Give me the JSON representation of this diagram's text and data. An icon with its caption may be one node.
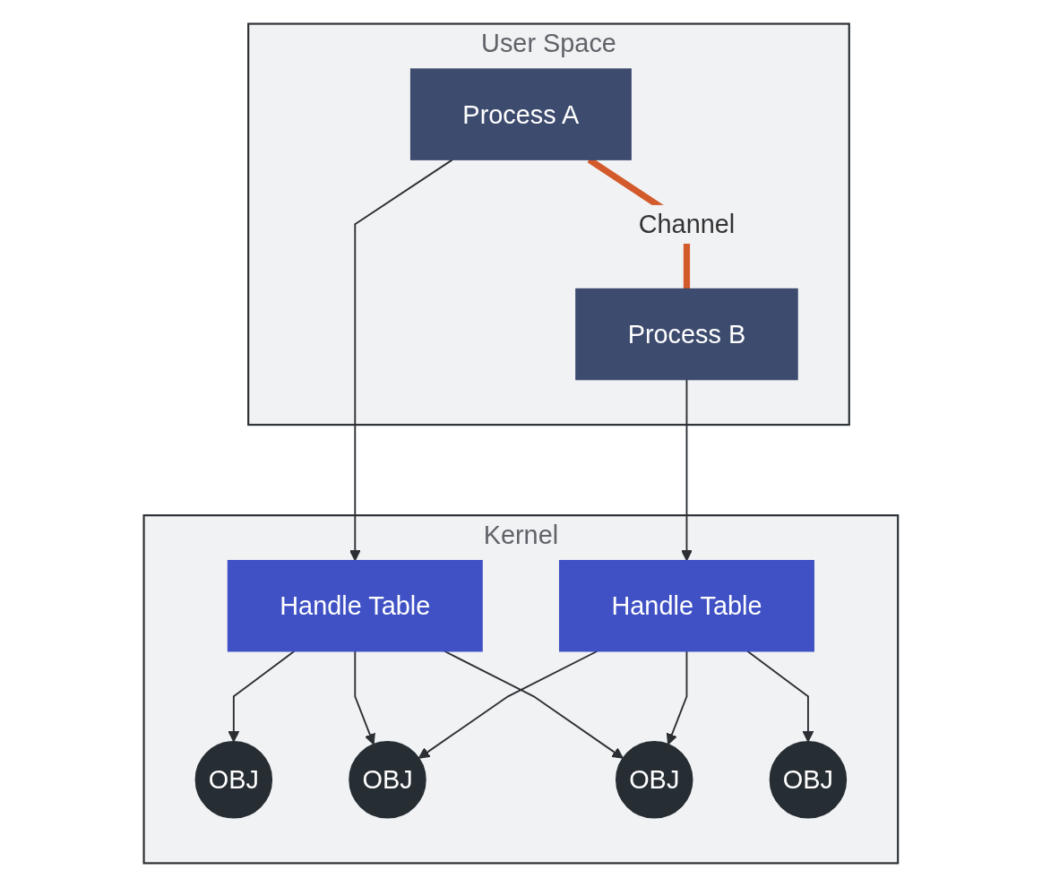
{
  "diagram": {
    "nodes": [
      {
        "text": [
          "User Space"
        ]
      },
      {
        "text": [
          "Process A"
        ],
        "in": 0
      },
      {
        "text": [
          "Process B"
        ],
        "in": 0
      },
      {
        "text": [
          "Kernel"
        ]
      },
      {
        "text": [
          "Handle Table"
        ],
        "in": 3
      },
      {
        "text": [
          "Handle Table"
        ],
        "in": 3
      },
      {
        "text": [
          "OBJ"
        ],
        "in": 3
      },
      {
        "text": [
          "OBJ"
        ],
        "in": 3
      },
      {
        "text": [
          "OBJ"
        ],
        "in": 3
      },
      {
        "text": [
          "OBJ"
        ],
        "in": 3
      }
    ],
    "edges": [
      {
        "from": 1,
        "to": 2,
        "arrow": "none",
        "label": "Channel",
        "style": "thick",
        "color": "#d35a2a"
      },
      {
        "from": 1,
        "to": 4,
        "arrow": "to"
      },
      {
        "from": 2,
        "to": 5,
        "arrow": "to"
      },
      {
        "from": 4,
        "to": 6,
        "arrow": "to"
      },
      {
        "from": 4,
        "to": 7,
        "arrow": "to"
      },
      {
        "from": 4,
        "to": 8,
        "arrow": "to"
      },
      {
        "from": 5,
        "to": 7,
        "arrow": "to"
      },
      {
        "from": 5,
        "to": 8,
        "arrow": "to"
      },
      {
        "from": 5,
        "to": 9,
        "arrow": "to"
      }
    ]
  }
}
